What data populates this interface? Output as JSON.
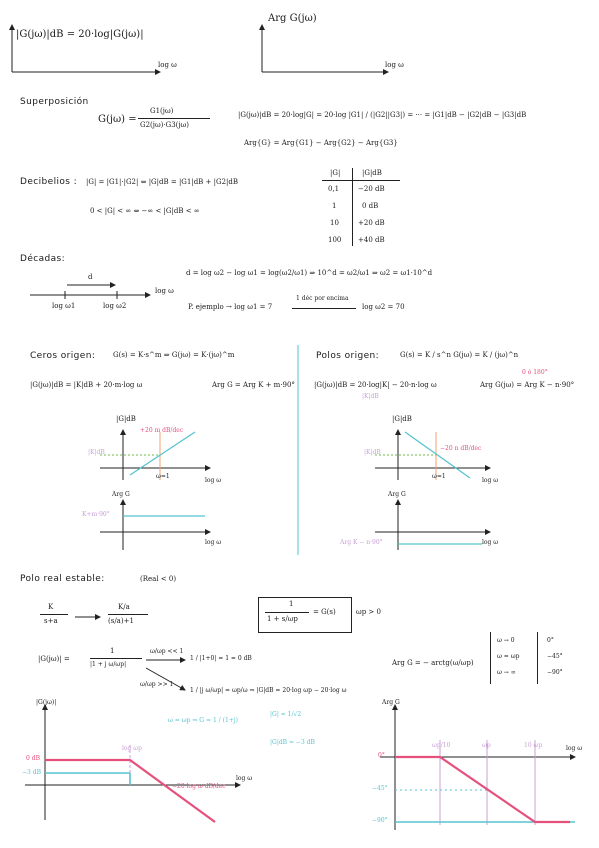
{
  "header": {
    "mag_formula": "|G(jω)|dB = 20·log|G(jω)|",
    "mag_axis_x": "log ω",
    "arg_axis_y": "Arg G(jω)",
    "arg_axis_x": "log ω"
  },
  "superposicion": {
    "title": "Superposición",
    "lhs": "G(jω) =",
    "num": "G1(jω)",
    "den": "G2(jω)·G3(jω)",
    "mag_eq": "|G(jω)|dB = 20·log|G| = 20·log |G1| / (|G2||G3|) = ··· = |G1|dB − |G2|dB − |G3|dB",
    "arg_eq": "Arg{G} = Arg{G1} − Arg{G2} − Arg{G3}"
  },
  "decibelios": {
    "title": "Decibelios :",
    "eq1": "|G| = |G1|·|G2|  ⇔  |G|dB = |G1|dB + |G2|dB",
    "eq2": "0 < |G| < ∞  ⇔  −∞ < |G|dB < ∞",
    "table_headers": [
      "|G|",
      "|G|dB"
    ],
    "table_rows": [
      [
        "0,1",
        "−20 dB"
      ],
      [
        "1",
        "0 dB"
      ],
      [
        "10",
        "+20 dB"
      ],
      [
        "100",
        "+40 dB"
      ]
    ]
  },
  "decadas": {
    "title": "Décadas:",
    "d_label": "d",
    "axis_label": "log ω",
    "tick1": "log ω1",
    "tick2": "log ω2",
    "eq": "d = log ω2 − log ω1 = log(ω2/ω1) ⇒ 10^d = ω2/ω1 ⇒ ω2 = ω1·10^d",
    "example_lhs": "P. ejemplo → log ω1 = 7",
    "example_arrow": "1 déc por encima",
    "example_rhs": "log ω2 = 70"
  },
  "ceros": {
    "title": "Ceros origen:",
    "eq1": "G(s) = K·s^m ⇒ G(jω) = K·(jω)^m",
    "mag": "|G(jω)|dB = |K|dB + 20·m·log ω",
    "arg": "Arg G = Arg K + m·90°",
    "slope": "+20 m dB/dec",
    "mag_y": "|G|dB",
    "k_db": "|K|dB",
    "w1": "ω=1",
    "x_label": "log ω",
    "arg_y": "Arg G",
    "arg_val": "K+m·90°",
    "x_label2": "log ω"
  },
  "polos": {
    "title": "Polos origen:",
    "eq1": "G(s) = K / s^n      G(jω) = K / (jω)^n",
    "mag": "|G(jω)|dB = 20·log|K| − 20·n·log ω",
    "arg": "Arg G(jω) = Arg K − n·90°",
    "above_arg": "0 ó 180°",
    "k_db_note": "|K|dB",
    "slope": "−20 n dB/dec",
    "mag_y": "|G|dB",
    "k_db": "|K|dB",
    "w1": "ω=1",
    "x_label": "log ω",
    "arg_y": "Arg G",
    "arg_val": "Arg K − n·90°",
    "x_label2": "log ω"
  },
  "polo_real": {
    "title": "Polo real estable:",
    "cond": "(Real < 0)",
    "frac1_num": "K",
    "frac1_den": "s+a",
    "frac2_num": "K/a",
    "frac2_den": "(s/a)+1",
    "box_num": "1",
    "box_den": "1 + s/ωp",
    "box_rhs": "= G(s)",
    "wp_cond": "ωp > 0",
    "mag_lhs": "|G(jω)| =",
    "mag_frac_num": "1",
    "mag_frac_den": "|1 + j ω/ωp|",
    "low_cond": "ω/ωp << 1",
    "low_res": "1 / |1+0| = 1 = 0 dB",
    "high_cond": "ω/ωp >> 1",
    "high_res": "1 / |j ω/ωp| = ωp/ω ⇒ |G|dB = 20·log ωp − 20·log ω",
    "arg_eq": "Arg G = − arctg(ω/ωp)",
    "arg_cases": [
      [
        "ω → 0",
        "0°"
      ],
      [
        "ω = ωp",
        "−45°"
      ],
      [
        "ω → ∞",
        "−90°"
      ]
    ]
  },
  "bottom_mag": {
    "y_label": "|G(jω)|",
    "zero_db": "0 dB",
    "minus3": "−3 dB",
    "wp": "log ωp",
    "x_label": "log ω",
    "slope": "−20·log ω  dB/dec",
    "note1": "ω = ωp ⇒ G = 1 / (1+j)",
    "note2": "|G| = 1/√2",
    "note3": "|G|dB = −3 dB"
  },
  "bottom_arg": {
    "y_label": "Arg G",
    "zero": "0°",
    "m45": "−45°",
    "m90": "−90°",
    "t1": "ωp/10",
    "t2": "ωp",
    "t3": "10 ωp",
    "x_label": "log ω"
  },
  "colors": {
    "pink": "#e5507c",
    "cyan": "#56c3d1",
    "lilac": "#c9a0d8",
    "orange": "#f0a070",
    "green": "#6dbb4a"
  }
}
